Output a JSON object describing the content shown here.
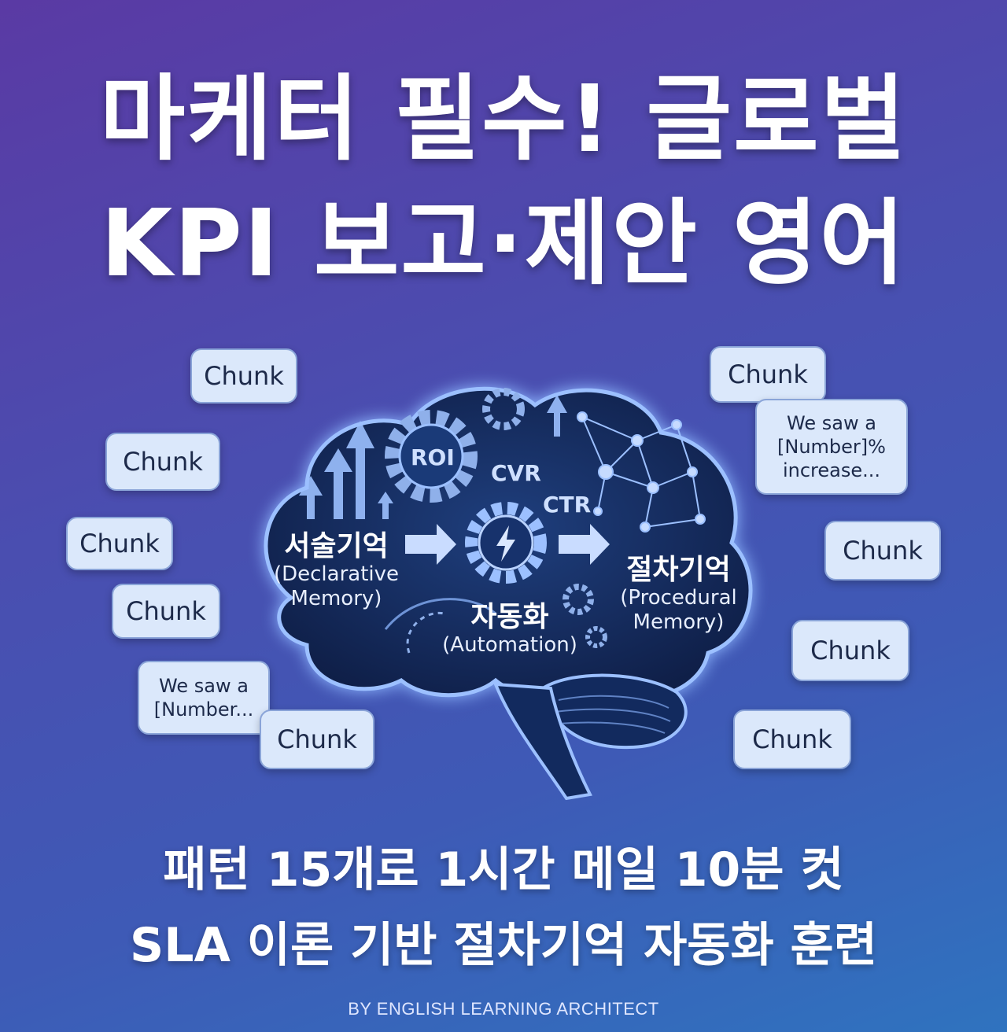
{
  "title_line1": "마케터 필수! 글로벌",
  "title_line2": "KPI 보고·제안 영어",
  "brain": {
    "declarative_ko": "서술기억",
    "declarative_en_1": "(Declarative",
    "declarative_en_2": "Memory)",
    "automation_ko": "자동화",
    "automation_en": "(Automation)",
    "procedural_ko": "절차기억",
    "procedural_en_1": "(Procedural",
    "procedural_en_2": "Memory)",
    "metric_roi": "ROI",
    "metric_cvr": "CVR",
    "metric_ctr": "CTR"
  },
  "bubbles": {
    "chunk": "Chunk",
    "phrase_right_1": "We saw a",
    "phrase_right_2": "[Number]%",
    "phrase_right_3": "increase...",
    "phrase_left_1": "We saw a",
    "phrase_left_2": "[Number..."
  },
  "subtitle_line1": "패턴 15개로 1시간 메일 10분 컷",
  "subtitle_line2": "SLA 이론 기반 절차기억 자동화 훈련",
  "credit": "BY ENGLISH LEARNING ARCHITECT",
  "colors": {
    "bubble_bg": "#dbe8fb",
    "brain_fill": "#12285a",
    "glow": "#8fb8ff"
  }
}
